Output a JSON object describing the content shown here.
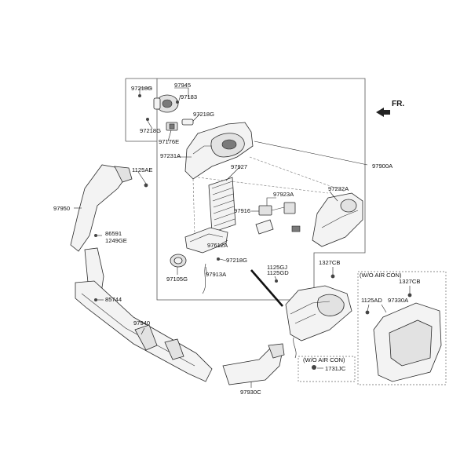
{
  "direction_label": "FR.",
  "labels": {
    "p97945": "97945",
    "p97218g_top": "97218G",
    "p97183": "97183",
    "p97218g_mid": "97218G",
    "p97218g_left": "97218G",
    "p97176e": "97176E",
    "p97231a": "97231A",
    "p97900a": "97900A",
    "p1125ae": "1125AE",
    "p97927": "97927",
    "p97923a": "97923A",
    "p97232a": "97232A",
    "p97950": "97950",
    "p97916": "97916",
    "p86591": "86591",
    "p1249ge": "1249GE",
    "p97612a": "97612A",
    "p97218g_low": "97218G",
    "p97105g": "97105G",
    "p97913a": "97913A",
    "p1125gj": "1125GJ",
    "p1125gd": "1125GD",
    "p1327cb_a": "1327CB",
    "p85744": "85744",
    "p97940": "97940",
    "p1125ad": "1125AD",
    "p97330a": "97330A",
    "p1327cb_b": "1327CB",
    "p1731jc": "1731JC",
    "p97930c": "97930C"
  },
  "notes": {
    "wo_air_con_right": "(W/O AIR CON)",
    "wo_air_con_bottom": "(W/O AIR CON)"
  }
}
